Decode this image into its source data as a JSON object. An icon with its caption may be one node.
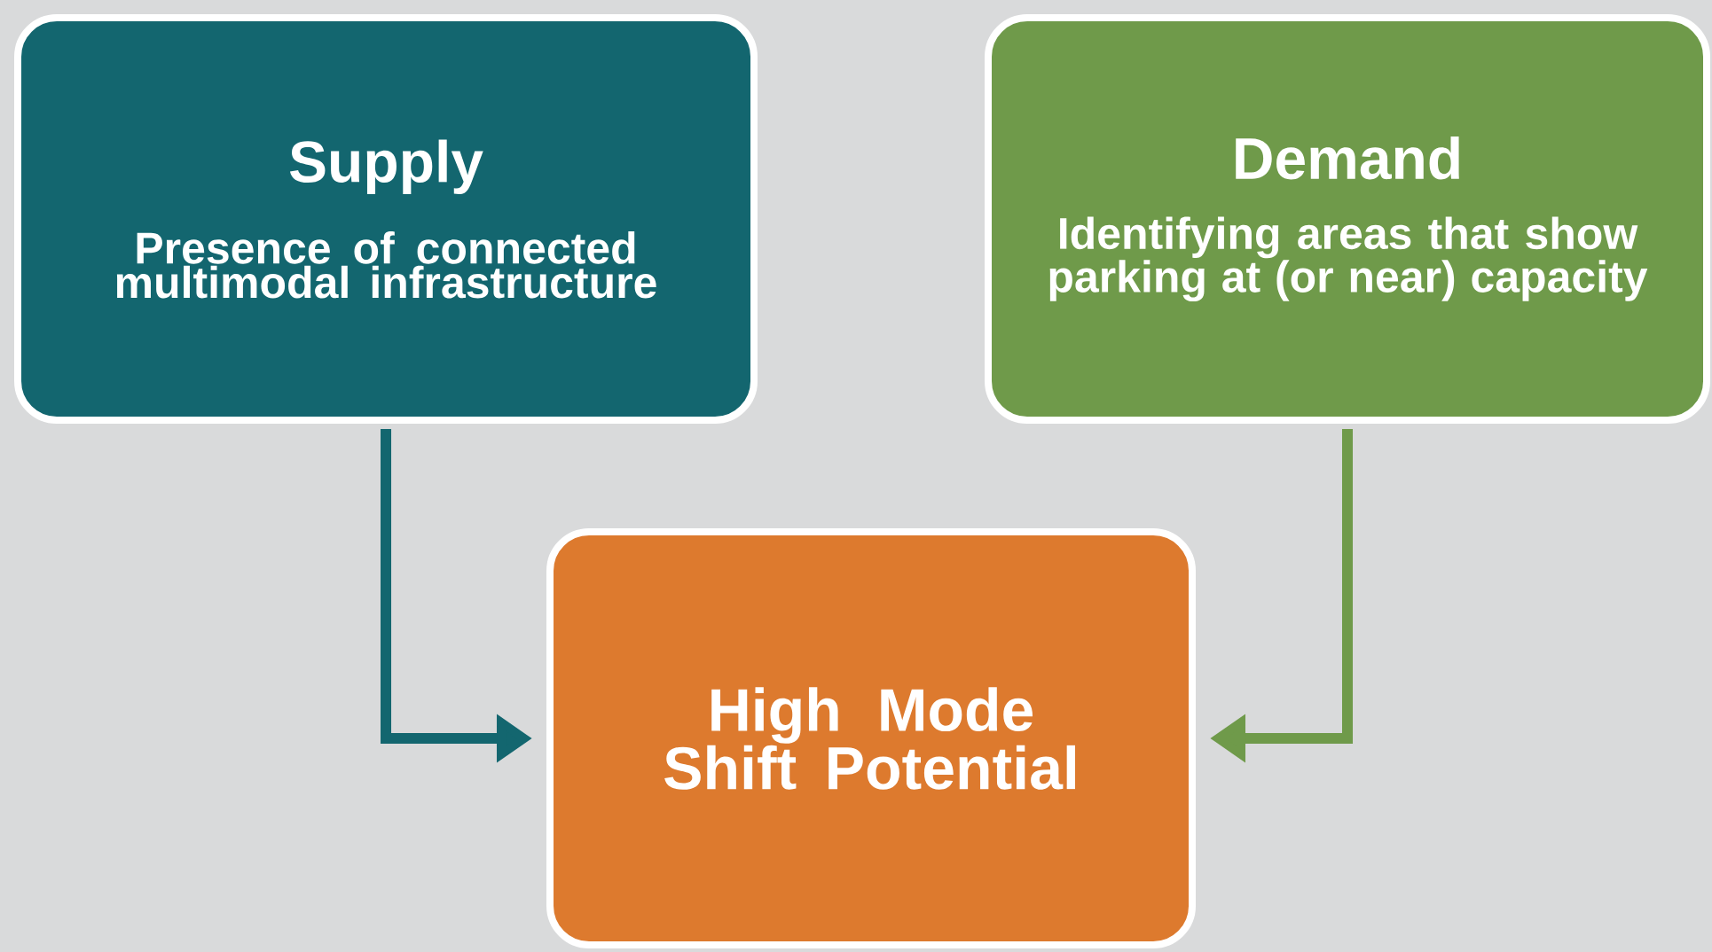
{
  "diagram": {
    "nodes": [
      {
        "text": [
          "Supply",
          "Presence of connected multimodal infrastructure"
        ]
      },
      {
        "text": [
          "Demand",
          "Identifying areas that show parking at (or near) capacity"
        ]
      },
      {
        "text": [
          "High Mode Shift Potential"
        ]
      }
    ],
    "edges": [
      {
        "from": 0,
        "to": 2,
        "arrow": "to",
        "color": "#13666f"
      },
      {
        "from": 1,
        "to": 2,
        "arrow": "to",
        "color": "#6f9a4a"
      }
    ]
  }
}
